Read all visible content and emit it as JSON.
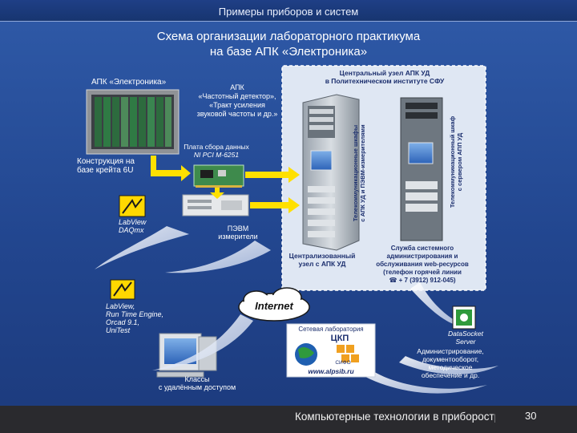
{
  "header": {
    "top_title": "Примеры приборов и систем"
  },
  "title": {
    "line1": "Схема организации лабораторного практикума",
    "line2": "на базе АПК «Электроника»"
  },
  "left": {
    "apk_label": "АПК «Электроника»",
    "apk_desc": [
      "АПК",
      "«Частотный детектор»,",
      "«Тракт усиления",
      "звуковой частоты и др.»"
    ],
    "board_label": [
      "Плата сбора данных",
      "NI PCI M-6251"
    ],
    "crate_label": [
      "Конструкция на",
      "базе крейта 6U"
    ],
    "labview_daqmx": [
      "LabView",
      "DAQmx"
    ],
    "pevm_label": [
      "ПЭВМ",
      "измерители"
    ],
    "software": [
      "LabView,",
      "Run Time Engine,",
      "Orcad 9.1,",
      "UniTest"
    ],
    "classes_label": [
      "Классы",
      "с удалённым доступом"
    ]
  },
  "center": {
    "node_title": [
      "Центральный узел АПК УД",
      "в Политехническом институте СФУ"
    ],
    "rack1_vertical": [
      "Телекоммуникационные шкафы",
      "с АПК УД и ПЭВМ-измерителями"
    ],
    "rack2_vertical": [
      "Телекоммуникационный шкаф",
      "с сервером АПП УД"
    ],
    "centralized_label": [
      "Централизованный",
      "узел с АПК УД"
    ],
    "service_label": [
      "Служба системного",
      "администрирования и",
      "обслуживания web-ресурсов",
      "(телефон горячей линии",
      "☎ + 7 (3912) 912-045)"
    ],
    "internet": "Internet",
    "network_lab": "Сетевая лаборатория",
    "ckp": "ЦКП",
    "ckp_sub": "СИФО",
    "network_url": "www.alpsib.ru"
  },
  "right": {
    "datasocket": [
      "DataSocket",
      "Server"
    ],
    "admin_desc": [
      "Администрирование,",
      "документооборот,",
      "методическое",
      "обеспечение и др."
    ]
  },
  "footer": {
    "text": "Компьютерные технологии в приборостроении",
    "page": "30"
  },
  "colors": {
    "background": "#2b4f94",
    "node_panel": "#dfe7f3",
    "node_title_text": "#1c2f6e",
    "arrow": "#ffe000",
    "footer_bar": "#2a2a2e"
  }
}
